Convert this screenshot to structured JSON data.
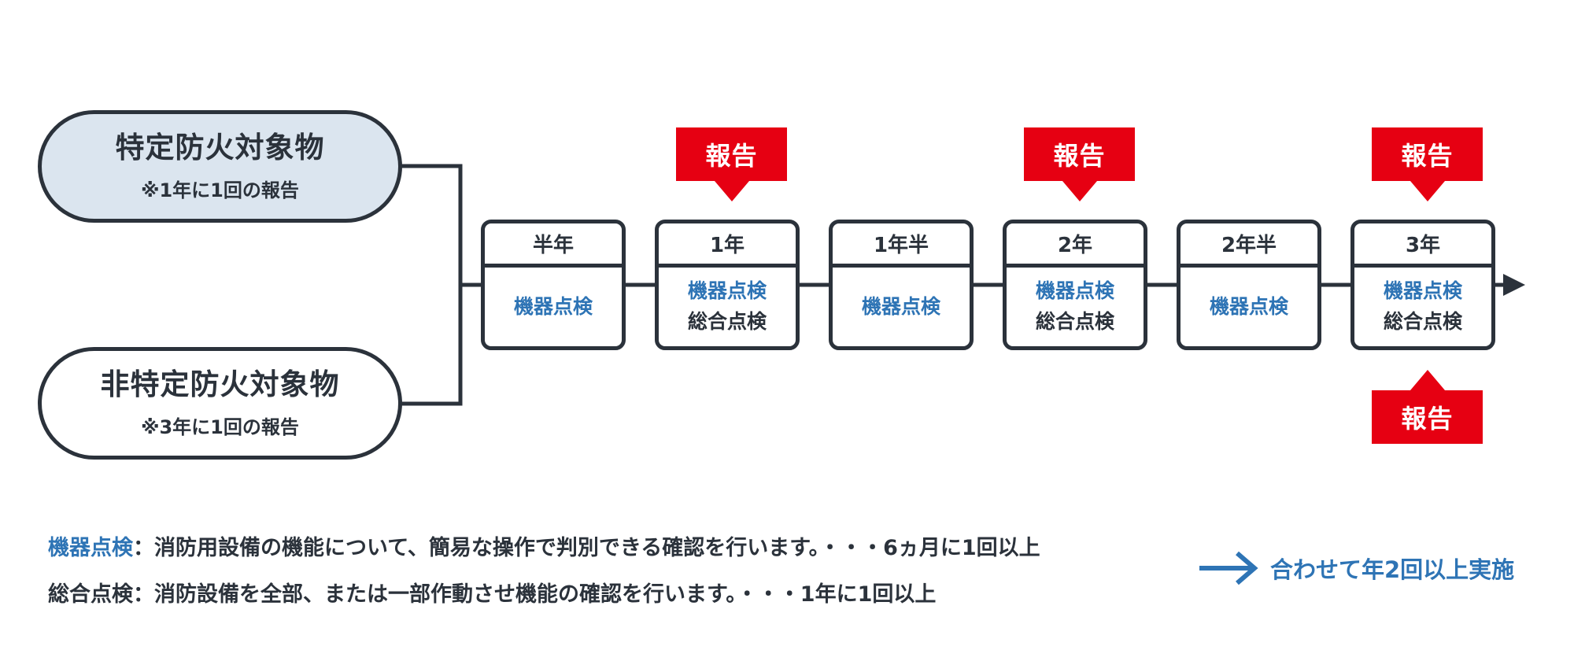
{
  "categories": {
    "specified": {
      "title": "特定防火対象物",
      "note": "※1年に1回の報告"
    },
    "non_specified": {
      "title": "非特定防火対象物",
      "note": "※3年に1回の報告"
    }
  },
  "timeline": [
    {
      "period": "半年",
      "inspections": [
        "機器点検"
      ]
    },
    {
      "period": "1年",
      "inspections": [
        "機器点検",
        "総合点検"
      ]
    },
    {
      "period": "1年半",
      "inspections": [
        "機器点検"
      ]
    },
    {
      "period": "2年",
      "inspections": [
        "機器点検",
        "総合点検"
      ]
    },
    {
      "period": "2年半",
      "inspections": [
        "機器点検"
      ]
    },
    {
      "period": "3年",
      "inspections": [
        "機器点検",
        "総合点検"
      ]
    }
  ],
  "report_label": "報告",
  "legend": {
    "equipment": {
      "term": "機器点検",
      "description": "：消防用設備の機能について、簡易な操作で判別できる確認を行います。・・・6ヵ月に1回以上"
    },
    "comprehensive": {
      "term": "総合点検",
      "description": "：消防設備を全部、または一部作動させ機能の確認を行います。・・・1年に1回以上"
    }
  },
  "summary": "合わせて年2回以上実施",
  "colors": {
    "dark": "#2b323b",
    "blue": "#2e74b5",
    "red": "#e60012",
    "specified_fill": "#dbe5ef"
  },
  "icons": {
    "summary_arrow": "right-arrow-icon",
    "timeline_arrow": "arrowhead-icon"
  }
}
